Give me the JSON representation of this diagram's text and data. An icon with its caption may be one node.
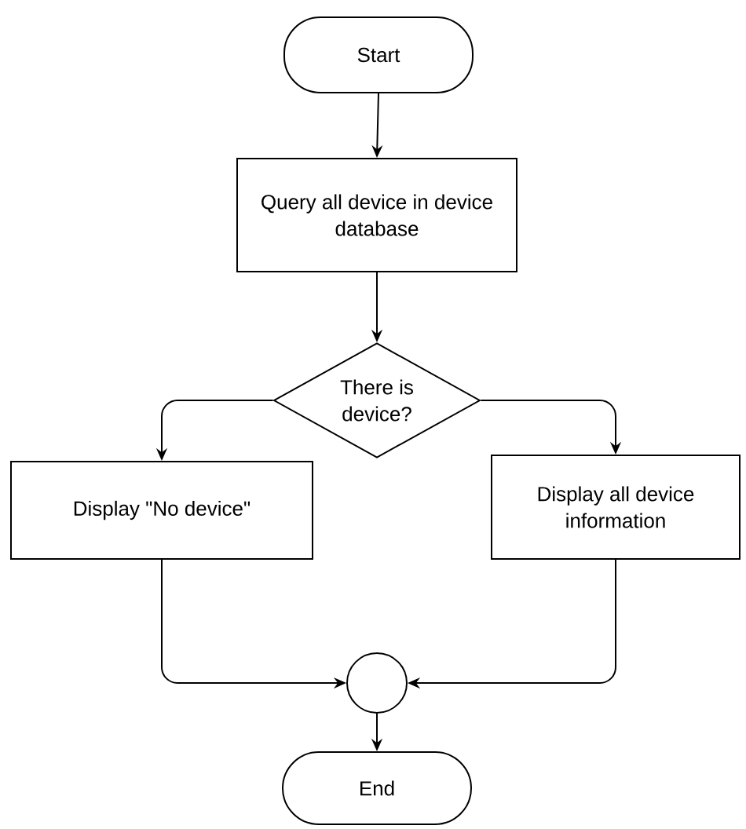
{
  "diagram": {
    "nodes": [
      {
        "text": [
          "Start"
        ]
      },
      {
        "text": [
          "Query all device in device database"
        ]
      },
      {
        "text": [
          "There is device?"
        ]
      },
      {
        "text": [
          "Display \"No device\""
        ]
      },
      {
        "text": [
          "Display all device information"
        ]
      },
      {
        "text": [],
        "shape": "circle"
      },
      {
        "text": [
          "End"
        ]
      }
    ],
    "edges": [
      {
        "from": 0,
        "to": 1,
        "arrow": "to"
      },
      {
        "from": 1,
        "to": 2,
        "arrow": "to"
      },
      {
        "from": 2,
        "to": 3,
        "arrow": "to"
      },
      {
        "from": 2,
        "to": 4,
        "arrow": "to"
      },
      {
        "from": 3,
        "to": 5,
        "arrow": "to"
      },
      {
        "from": 4,
        "to": 5,
        "arrow": "to"
      },
      {
        "from": 5,
        "to": 6,
        "arrow": "to"
      }
    ]
  }
}
